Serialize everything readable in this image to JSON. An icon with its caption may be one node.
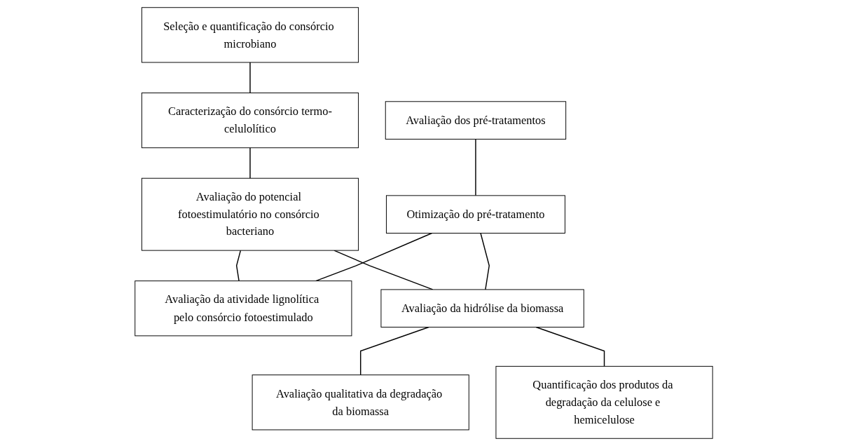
{
  "diagram": {
    "nodes": [
      {
        "text": [
          "Seleção e quantificação do consórcio microbiano"
        ]
      },
      {
        "text": [
          "Caracterização do consórcio termo-celulolítico"
        ]
      },
      {
        "text": [
          "Avaliação do potencial fotoestimulatório no consórcio bacteriano"
        ]
      },
      {
        "text": [
          "Avaliação dos pré-tratamentos"
        ]
      },
      {
        "text": [
          "Otimização do pré-tratamento"
        ]
      },
      {
        "text": [
          "Avaliação da atividade lignolítica pelo consórcio fotoestimulado"
        ]
      },
      {
        "text": [
          "Avaliação da hidrólise da biomassa"
        ]
      },
      {
        "text": [
          "Avaliação qualitativa da degradação da biomassa"
        ]
      },
      {
        "text": [
          "Quantificação dos produtos da degradação da celulose e hemicelulose"
        ]
      }
    ],
    "edges": [
      {
        "from": 0,
        "to": 1,
        "arrow": "none"
      },
      {
        "from": 1,
        "to": 2,
        "arrow": "none"
      },
      {
        "from": 3,
        "to": 4,
        "arrow": "none"
      },
      {
        "from": 2,
        "to": 5,
        "arrow": "none"
      },
      {
        "from": 2,
        "to": 6,
        "arrow": "none"
      },
      {
        "from": 4,
        "to": 5,
        "arrow": "none"
      },
      {
        "from": 4,
        "to": 6,
        "arrow": "none"
      },
      {
        "from": 6,
        "to": 7,
        "arrow": "none"
      },
      {
        "from": 6,
        "to": 8,
        "arrow": "none"
      }
    ]
  }
}
